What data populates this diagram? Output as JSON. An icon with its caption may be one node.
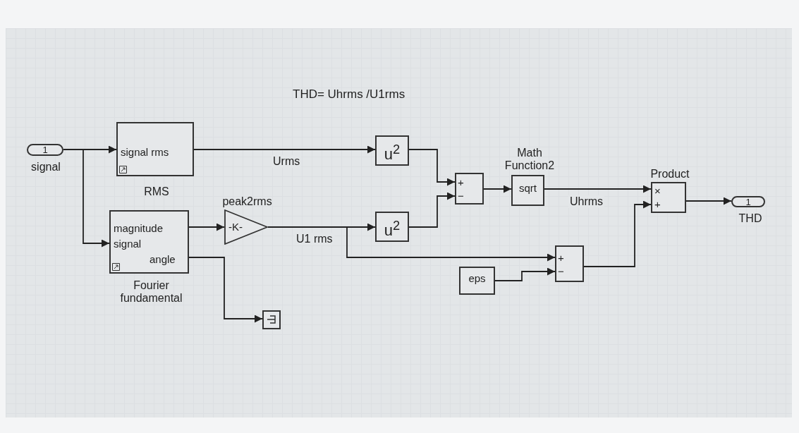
{
  "diagram": {
    "title": "THD= Uhrms /U1rms",
    "nodes": [
      {
        "text": [
          "1"
        ],
        "beside": [
          "signal"
        ]
      },
      {
        "text": [
          "signal rms"
        ],
        "beside": [
          "RMS"
        ]
      },
      {
        "text": [
          "magnitude",
          "signal",
          "angle"
        ],
        "beside": [
          "Fourier fundamental"
        ]
      },
      {
        "text": [
          "-K-"
        ],
        "beside": [
          "peak2rms"
        ]
      },
      {
        "text": [
          "u$^{2}$"
        ]
      },
      {
        "text": [
          "u$^{2}$"
        ]
      },
      {
        "text": [
          "+",
          "−"
        ]
      },
      {
        "text": [
          "sqrt"
        ],
        "beside": [
          "Math Function2"
        ]
      },
      {
        "text": [
          "+",
          "−"
        ]
      },
      {
        "text": [
          "eps"
        ]
      },
      {
        "text": [
          "×",
          "+"
        ],
        "beside": [
          "Product"
        ]
      },
      {
        "text": [
          "1"
        ],
        "beside": [
          "THD"
        ]
      },
      {
        "text": [],
        "shape": "box"
      }
    ],
    "edges": [
      {
        "from": 0,
        "to": 1,
        "arrow": "to"
      },
      {
        "from": 0,
        "to": 2,
        "arrow": "to"
      },
      {
        "from": 1,
        "to": 4,
        "arrow": "to",
        "label": "Urms"
      },
      {
        "from": 2,
        "to": 3,
        "arrow": "to"
      },
      {
        "from": 2,
        "to": 12,
        "arrow": "to"
      },
      {
        "from": 3,
        "to": 5,
        "arrow": "to",
        "label": "U1 rms"
      },
      {
        "from": 3,
        "to": 8,
        "arrow": "to"
      },
      {
        "from": 4,
        "to": 6,
        "arrow": "to"
      },
      {
        "from": 5,
        "to": 6,
        "arrow": "to"
      },
      {
        "from": 6,
        "to": 7,
        "arrow": "to"
      },
      {
        "from": 7,
        "to": 10,
        "arrow": "to",
        "label": "Uhrms"
      },
      {
        "from": 9,
        "to": 8,
        "arrow": "to"
      },
      {
        "from": 8,
        "to": 10,
        "arrow": "to"
      },
      {
        "from": 10,
        "to": 11,
        "arrow": "to"
      }
    ]
  }
}
